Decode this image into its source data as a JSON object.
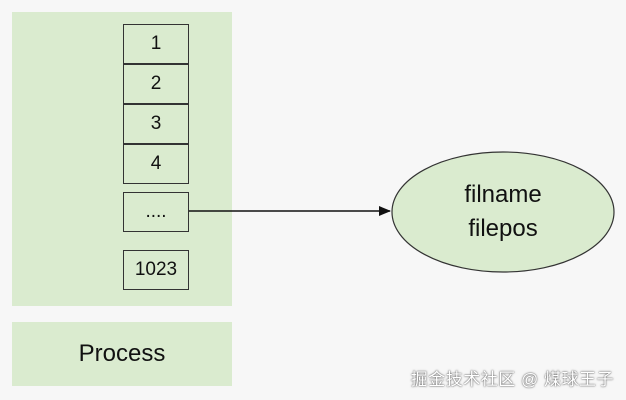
{
  "fd_table": {
    "entries": [
      "1",
      "2",
      "3",
      "4",
      "....",
      "1023"
    ]
  },
  "process": {
    "label": "Process"
  },
  "file_object": {
    "line1": "filname",
    "line2": "filepos"
  },
  "watermark": {
    "text": "掘金技术社区 @ 煤球王子"
  },
  "colors": {
    "fill": "#daebcf",
    "background": "#f7f7f7",
    "stroke": "#333333"
  }
}
